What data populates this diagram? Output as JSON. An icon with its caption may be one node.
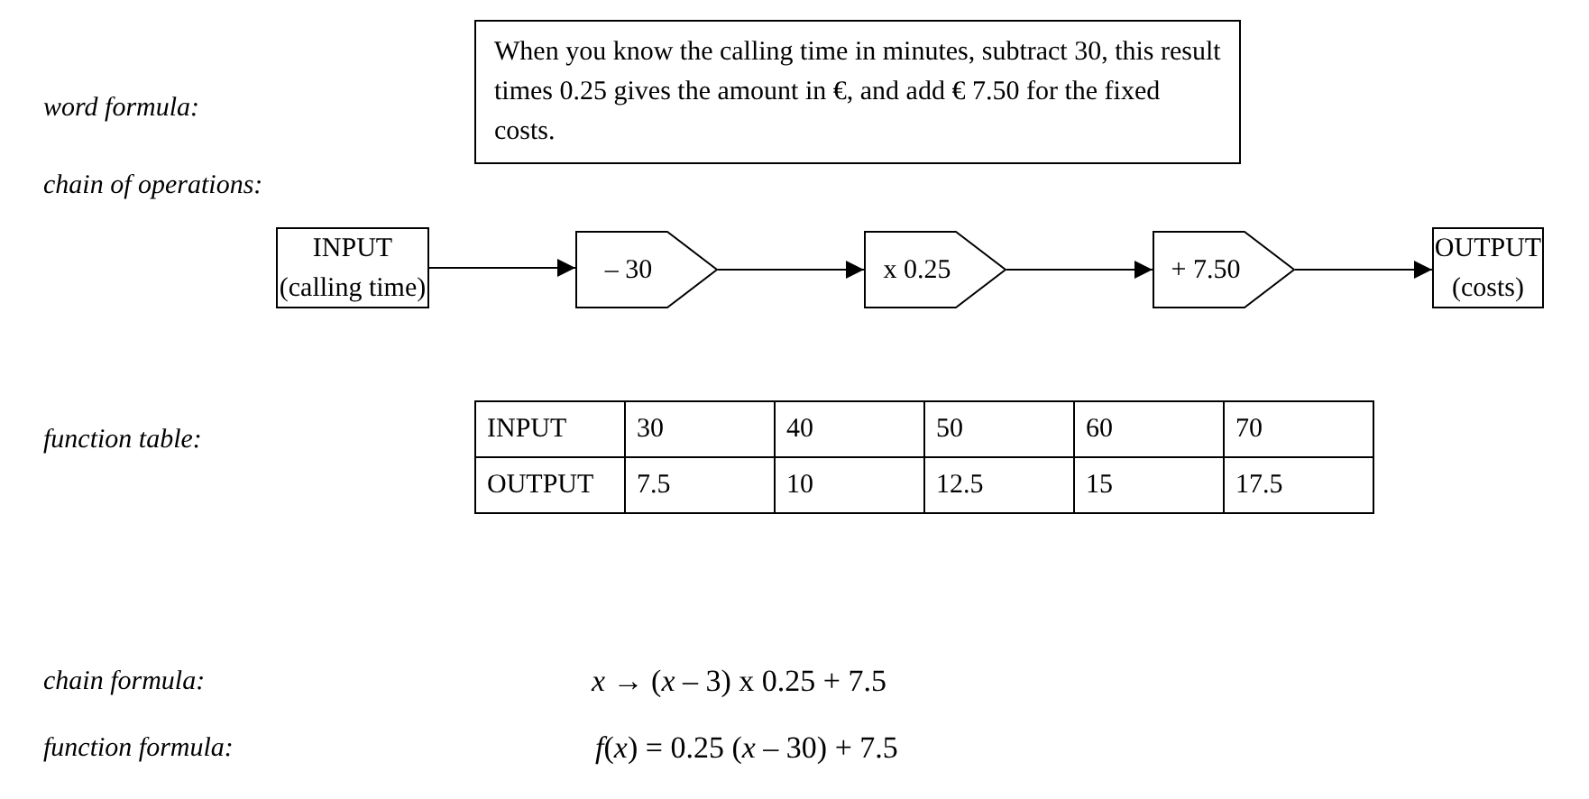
{
  "diagram": {
    "nodes": [
      {
        "text": [
          "When you know the calling time in minutes, subtract 30, this result times 0.25 gives the amount in €, and add € 7.50 for the fixed costs."
        ]
      },
      {
        "text": [
          "INPUT (calling time)"
        ]
      },
      {
        "text": [
          "– 30"
        ]
      },
      {
        "text": [
          "x 0.25"
        ]
      },
      {
        "text": [
          "+ 7.50"
        ]
      },
      {
        "text": [
          "OUTPUT (costs)"
        ]
      }
    ],
    "edges": [
      {
        "from": 1,
        "to": 2,
        "arrow": "to"
      },
      {
        "from": 2,
        "to": 3,
        "arrow": "to"
      },
      {
        "from": 3,
        "to": 4,
        "arrow": "to"
      },
      {
        "from": 4,
        "to": 5,
        "arrow": "to"
      }
    ],
    "labels": [
      "word formula:",
      "chain of operations:",
      "function table:",
      "INPUT",
      "30",
      "40",
      "50",
      "60",
      "70",
      "OUTPUT",
      "7.5",
      "10",
      "12.5",
      "15",
      "17.5",
      "chain formula:",
      "*x* → (*x* – 3) x 0.25 + 7.5",
      "function formula:",
      "*f*(*x*) = 0.25 (*x* – 30) + 7.5"
    ]
  }
}
